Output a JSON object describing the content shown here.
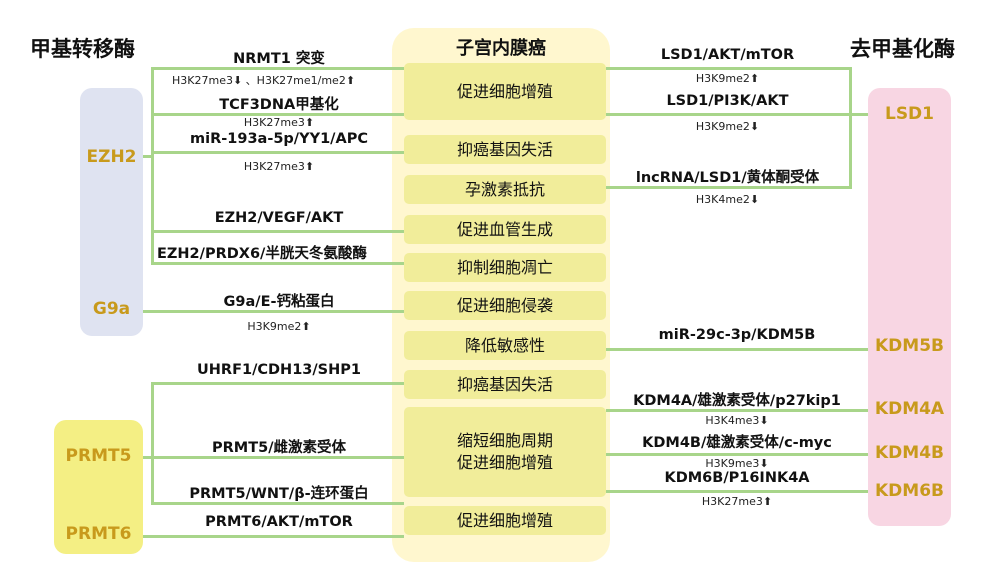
{
  "headers": {
    "left": "甲基转移酶",
    "center": "子宫内膜癌",
    "right": "去甲基化酶"
  },
  "left_enzymes": [
    "EZH2",
    "G9a",
    "PRMT5",
    "PRMT6"
  ],
  "right_enzymes": [
    "LSD1",
    "KDM5B",
    "KDM4A",
    "KDM4B",
    "KDM6B"
  ],
  "center_boxes": [
    "促进细胞增殖",
    "抑癌基因失活",
    "孕激素抵抗",
    "促进血管生成",
    "抑制细胞凋亡",
    "促进细胞侵袭",
    "降低敏感性",
    "抑癌基因失活",
    [
      "缩短细胞周期",
      "促进细胞增殖"
    ],
    "促进细胞增殖"
  ],
  "left_labels": [
    "NRMT1 突变",
    "TCF3DNA甲基化",
    "miR-193a-5p/YY1/APC",
    "EZH2/VEGF/AKT",
    "EZH2/PRDX6/半胱天冬氨酸酶",
    "G9a/E-钙粘蛋白",
    "UHRF1/CDH13/SHP1",
    "PRMT5/雌激素受体",
    "PRMT5/WNT/β-连环蛋白",
    "PRMT6/AKT/mTOR"
  ],
  "left_marks": [
    "H3K27me3⬇ 、H3K27me1/me2⬆",
    "H3K27me3⬆",
    "H3K27me3⬆",
    "H3K9me2⬆"
  ],
  "right_labels": [
    "LSD1/AKT/mTOR",
    "LSD1/PI3K/AKT",
    "lncRNA/LSD1/黄体酮受体",
    "miR-29c-3p/KDM5B",
    "KDM4A/雄激素受体/p27kip1",
    "KDM4B/雄激素受体/c-myc",
    "KDM6B/P16INK4A"
  ],
  "right_marks": [
    "H3K9me2⬆",
    "H3K9me2⬇",
    "H3K4me2⬇",
    "H3K4me3⬇",
    "H3K9me3⬇",
    "H3K27me3⬆"
  ]
}
